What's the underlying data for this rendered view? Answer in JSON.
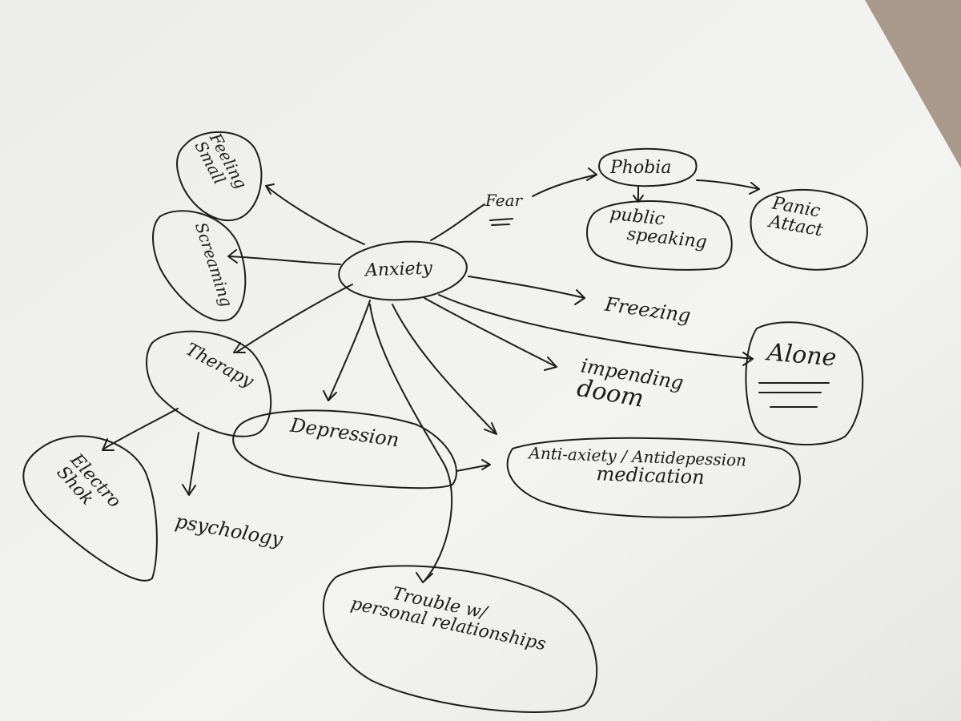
{
  "whiteboard": {
    "center": "Anxiety",
    "feeling_small": [
      "Feeling",
      "Small"
    ],
    "screaming": "Screaming",
    "therapy": "Therapy",
    "electro_shock": [
      "Electro",
      "Shok"
    ],
    "psychology": "psychology",
    "depression": "Depression",
    "fear": "Fear",
    "phobia": "Phobia",
    "public_speaking": [
      "public",
      "speaking"
    ],
    "panic_attack": [
      "Panic",
      "Attact"
    ],
    "freezing": "Freezing",
    "alone": "Alone",
    "impending_doom": [
      "impending",
      "doom"
    ],
    "medication": [
      "Anti-axiety / Antidepession",
      "medication"
    ],
    "trouble": [
      "Trouble w/",
      "personal relationships"
    ]
  },
  "colors": {
    "marker": "#1c1c1c",
    "board": "#f1f1ef",
    "table": "#a8998a"
  }
}
